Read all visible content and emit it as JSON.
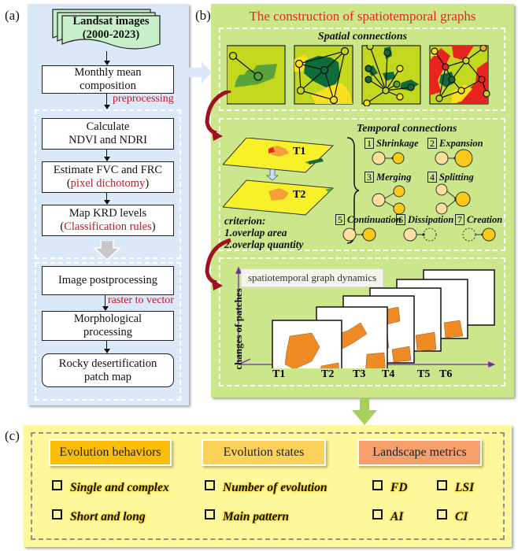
{
  "labels": {
    "a": "(a)",
    "b": "(b)",
    "c": "(c)"
  },
  "panel_a": {
    "source": {
      "line1": "Landsat images",
      "line2": "(2000-2023)"
    },
    "step1": {
      "line1": "Monthly mean",
      "line2": "composition"
    },
    "preprocessing_label": "preprocessing",
    "step2": {
      "line1": "Calculate",
      "line2": "NDVI and NDRI"
    },
    "step3": {
      "line1": "Estimate FVC and FRC",
      "paren_open": "(",
      "method": "pixel dichotomy",
      "paren_close": ")"
    },
    "step4": {
      "line1": "Map KRD levels",
      "paren_open": "(",
      "method": "Classification rules",
      "paren_close": ")"
    },
    "step5": {
      "line1": "Image postprocessing"
    },
    "raster_label": "raster to vector",
    "step6": {
      "line1": "Morphological",
      "line2": "processing"
    },
    "step7": {
      "line1": "Rocky desertification",
      "line2": "patch map"
    }
  },
  "panel_b": {
    "title": "The construction of spatiotemporal graphs",
    "spatial_title": "Spatial connections",
    "temporal_title": "Temporal connections",
    "layer_t1": "T1",
    "layer_t2": "T2",
    "criterion": {
      "heading": "criterion:",
      "item1": "1.overlap area",
      "item2": "2.overlap quantity"
    },
    "relations": [
      {
        "num": "1",
        "name": "Shrinkage"
      },
      {
        "num": "2",
        "name": "Expansion"
      },
      {
        "num": "3",
        "name": "Merging"
      },
      {
        "num": "4",
        "name": "Splitting"
      },
      {
        "num": "5",
        "name": "Continuation"
      },
      {
        "num": "6",
        "name": "Dissipation"
      },
      {
        "num": "7",
        "name": "Creation"
      }
    ],
    "dynamics_title": "spatiotemporal graph dynamics",
    "y_axis_label": "changes of patches",
    "time_ticks": [
      "T1",
      "T2",
      "T3",
      "T4",
      "T5",
      "T6"
    ]
  },
  "panel_c": {
    "headers": [
      {
        "label": "Evolution behaviors",
        "color": "#fbbd08"
      },
      {
        "label": "Evolution states",
        "color": "#fcd15a"
      },
      {
        "label": "Landscape metrics",
        "color": "#f59f6d"
      }
    ],
    "behaviors": [
      "Single and complex",
      "Short and long"
    ],
    "states": [
      "Number of evolution",
      "Main pattern"
    ],
    "metrics": [
      "FD",
      "LSI",
      "AI",
      "CI"
    ]
  },
  "colors": {
    "panel_a_bg": "#dae8f8",
    "panel_b_bg": "#cce68c",
    "panel_c_bg": "#fff89a",
    "accent_red": "#c0182a",
    "title_red": "#e8241f",
    "patch_orange": "#f08a24"
  }
}
